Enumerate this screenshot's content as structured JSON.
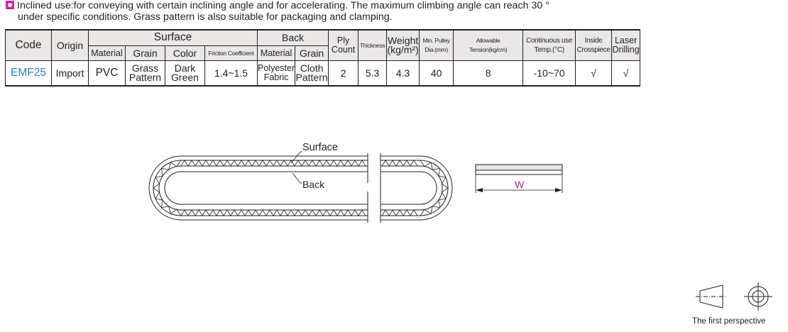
{
  "intro": {
    "line1": "Inclined use:for conveying with certain inclining angle and for accelerating. The maximum climbing angle can reach 30 °",
    "line2": "under specific conditions. Grass pattern is also suitable for packaging and clamping."
  },
  "table": {
    "headers": {
      "code": "Code",
      "origin": "Origin",
      "surface": "Surface",
      "back": "Back",
      "ply_count_1": "Ply",
      "ply_count_2": "Count",
      "thickness": "Thickness",
      "weight_1": "Weight",
      "weight_2": "(kg/m²)",
      "pulley_1": "Min. Pulley",
      "pulley_2": "Dia.(mm)",
      "tension_1": "Allowable",
      "tension_2": "Tension(kg/cm)",
      "temp_1": "Continuous use",
      "temp_2": "Temp.(°C)",
      "crosspiece_1": "Inside",
      "crosspiece_2": "Crosspiece",
      "laser_1": "Laser",
      "laser_2": "Drilling",
      "surface_material": "Material",
      "surface_grain": "Grain",
      "surface_color": "Color",
      "friction": "Friction Coefficient",
      "back_material": "Material",
      "back_grain": "Grain"
    },
    "row": {
      "code": "EMF25",
      "origin": "Import",
      "material": "PVC",
      "grain_1": "Grass",
      "grain_2": "Pattern",
      "color_1": "Dark",
      "color_2": "Green",
      "friction": "1.4~1.5",
      "back_material_1": "Polyester",
      "back_material_2": "Fabric",
      "back_grain_1": "Cloth",
      "back_grain_2": "Pattern",
      "ply": "2",
      "thickness": "5.3",
      "weight": "4.3",
      "pulley": "40",
      "tension": "8",
      "temp": "-10~70",
      "crosspiece": "√",
      "laser": "√"
    }
  },
  "diagram": {
    "surface_label": "Surface",
    "back_label": "Back",
    "width_label": "W",
    "perspective_label": "The first perspective",
    "width_label_color": "#a0308c"
  },
  "colors": {
    "bullet": "#d6248f",
    "code": "#2b84b5",
    "header_bg": "#e9e8e7"
  }
}
